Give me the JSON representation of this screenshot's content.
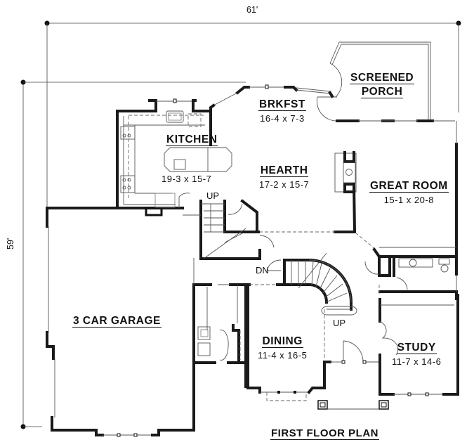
{
  "plan": {
    "title": "FIRST FLOOR PLAN",
    "overall_width": "61'",
    "overall_depth": "59'"
  },
  "rooms": {
    "screened_porch": {
      "name_line1": "SCREENED",
      "name_line2": "PORCH"
    },
    "brkfst": {
      "name": "BRKFST",
      "dims": "16-4 x 7-3"
    },
    "kitchen": {
      "name": "KITCHEN",
      "dims": "19-3 x 15-7"
    },
    "hearth": {
      "name": "HEARTH",
      "dims": "17-2 x 15-7"
    },
    "great_room": {
      "name": "GREAT ROOM",
      "dims": "15-1 x 20-8"
    },
    "garage": {
      "name": "3 CAR GARAGE"
    },
    "dining": {
      "name": "DINING",
      "dims": "11-4 x 16-5"
    },
    "study": {
      "name": "STUDY",
      "dims": "11-7 x 14-6"
    }
  },
  "stair_labels": {
    "rear_stair_up": "UP",
    "basement_down": "DN",
    "main_stair_up": "UP"
  }
}
